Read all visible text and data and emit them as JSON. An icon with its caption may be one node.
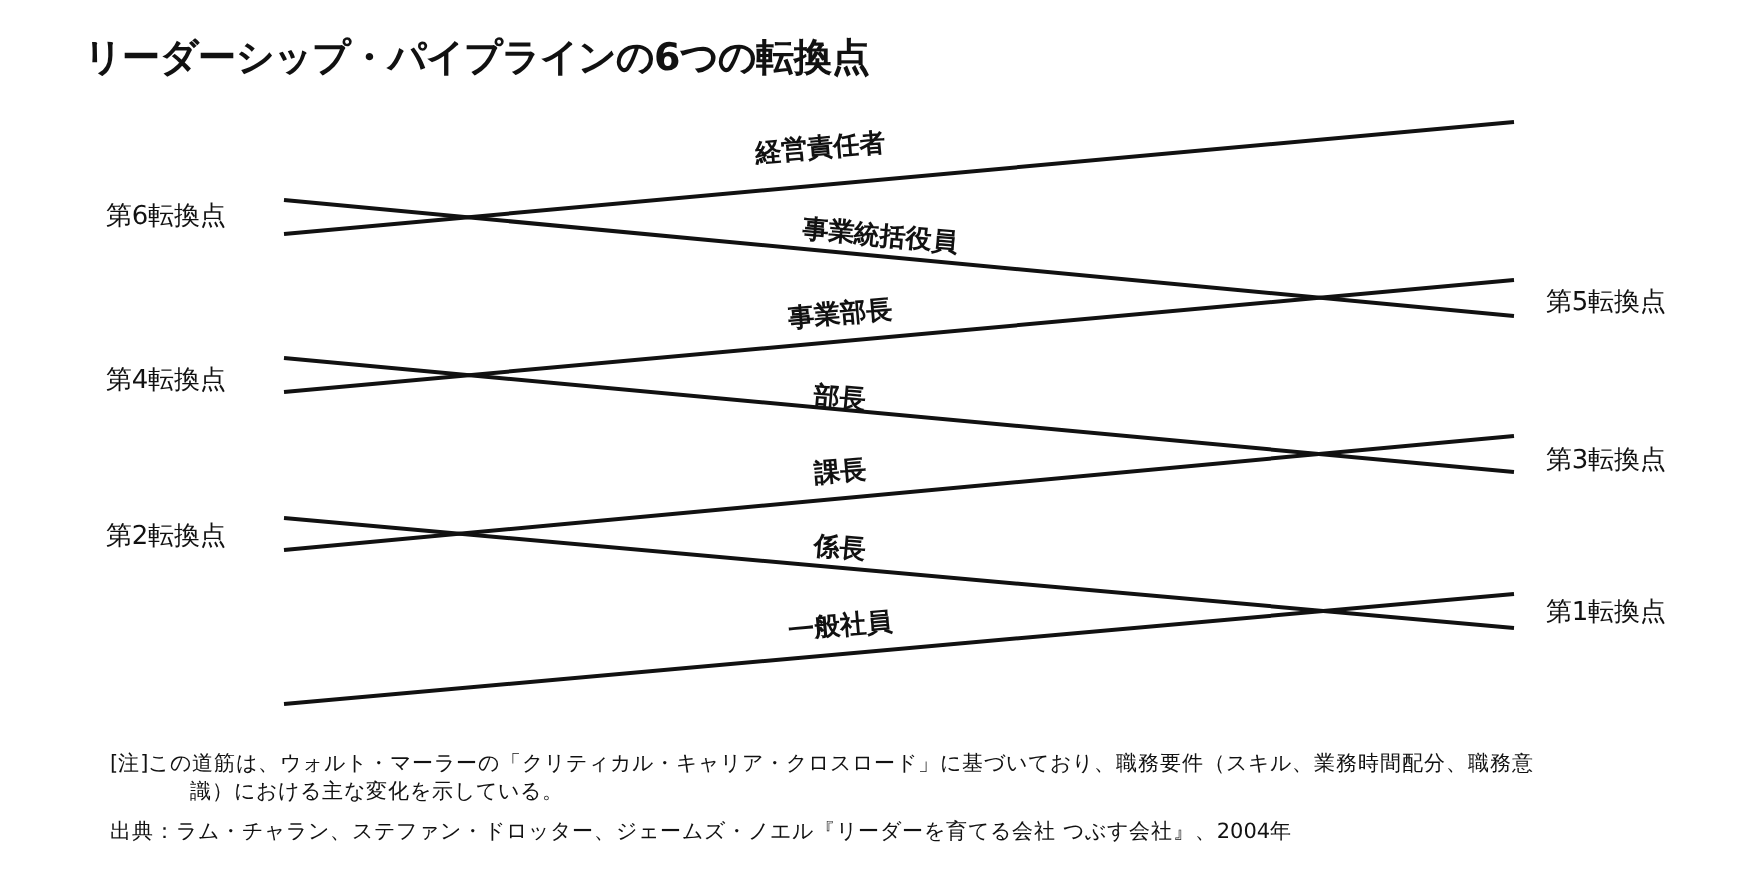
{
  "diagram": {
    "title": "リーダーシップ・パイプラインの6つの転換点",
    "labels": [
      "経営責任者",
      "第6転換点",
      "事業統括役員",
      "事業部長",
      "第5転換点",
      "第4転換点",
      "部長",
      "課長",
      "第3転換点",
      "第2転換点",
      "係長",
      "一般社員",
      "第1転換点",
      "[注]この道筋は、ウォルト・マーラーの「クリティカル・キャリア・クロスロード」に基づいており、職務要件（スキル、業務時間配分、職務意識）における主な変化を示している。",
      "出典：ラム・チャラン、ステファン・ドロッター、ジェームズ・ノエル『リーダーを育てる会社 つぶす会社』、2004年"
    ]
  }
}
